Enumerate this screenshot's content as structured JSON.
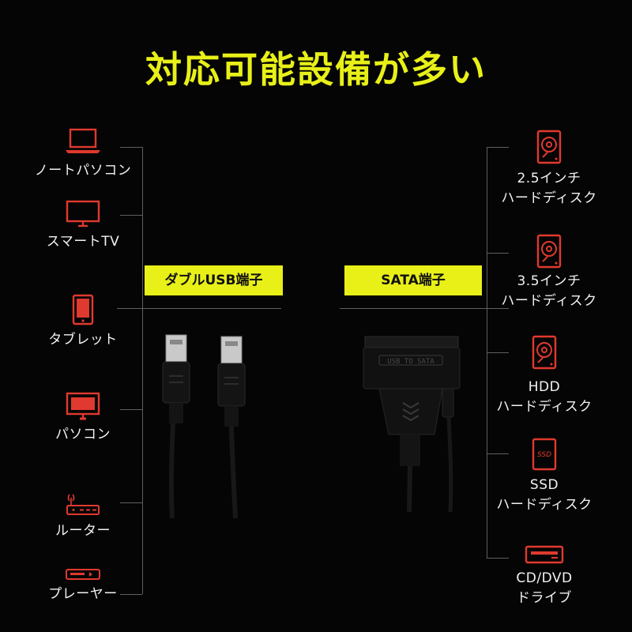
{
  "headline": "対応可能設備が多い",
  "left_devices": [
    {
      "label": "ノートパソコン",
      "icon": "laptop-icon"
    },
    {
      "label": "スマートTV",
      "icon": "smart-tv-icon"
    },
    {
      "label": "タブレット",
      "icon": "tablet-icon"
    },
    {
      "label": "パソコン",
      "icon": "monitor-icon"
    },
    {
      "label": "ルーター",
      "icon": "router-icon"
    },
    {
      "label": "プレーヤー",
      "icon": "player-icon"
    }
  ],
  "right_devices": [
    {
      "label": "2.5インチ\nハードディスク",
      "icon": "hdd-icon"
    },
    {
      "label": "3.5インチ\nハードディスク",
      "icon": "hdd-icon"
    },
    {
      "label": "HDD\nハードディスク",
      "icon": "hdd-icon"
    },
    {
      "label": "SSD\nハードディスク",
      "icon": "ssd-icon",
      "icon_text": "SSD"
    },
    {
      "label": "CD/DVD\nドライブ",
      "icon": "disc-drive-icon"
    }
  ],
  "left_tag": "ダブルUSB端子",
  "right_tag": "SATA端子",
  "adapter_text": "USB TO SATA",
  "colors": {
    "accent": "#e8f018",
    "icon": "#e0392f",
    "line": "#5f5f5f",
    "background": "#050505"
  }
}
